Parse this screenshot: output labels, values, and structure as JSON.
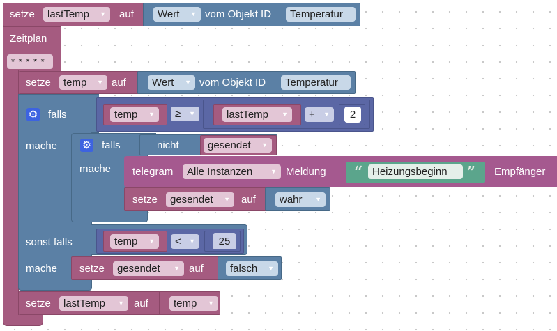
{
  "colors": {
    "variable": "#a55b80",
    "sensor": "#5b80a5",
    "logic": "#5b67a5",
    "telegram": "#a5598f",
    "text": "#5ba58c",
    "control": "#5b80a5"
  },
  "icons": {
    "gear": "gear-icon",
    "dropdown": "triangle-down-icon"
  },
  "top_set": {
    "setze": "setze",
    "var": "lastTemp",
    "auf": "auf",
    "wert": "Wert",
    "vom": "vom Objekt ID",
    "object": "Temperatur"
  },
  "schedule": {
    "label": "Zeitplan",
    "cron": "* * * * *"
  },
  "set_temp": {
    "setze": "setze",
    "var": "temp",
    "auf": "auf",
    "wert": "Wert",
    "vom": "vom Objekt ID",
    "object": "Temperatur"
  },
  "if1": {
    "falls": "falls",
    "mache": "mache",
    "left": "temp",
    "op": "≥",
    "inner_left": "lastTemp",
    "inner_op": "+",
    "inner_right": "2"
  },
  "if2": {
    "falls": "falls",
    "mache": "mache",
    "nicht": "nicht",
    "var": "gesendet"
  },
  "telegram": {
    "label": "telegram",
    "instance": "Alle Instanzen",
    "meldung": "Meldung",
    "text": "Heizungsbeginn",
    "empfaenger": "Empfänger"
  },
  "set_sent_true": {
    "setze": "setze",
    "var": "gesendet",
    "auf": "auf",
    "value": "wahr"
  },
  "elseif": {
    "label": "sonst falls",
    "mache": "mache",
    "left": "temp",
    "op": "<",
    "right": "25"
  },
  "set_sent_false": {
    "setze": "setze",
    "var": "gesendet",
    "auf": "auf",
    "value": "falsch"
  },
  "set_last": {
    "setze": "setze",
    "var": "lastTemp",
    "auf": "auf",
    "value": "temp"
  }
}
